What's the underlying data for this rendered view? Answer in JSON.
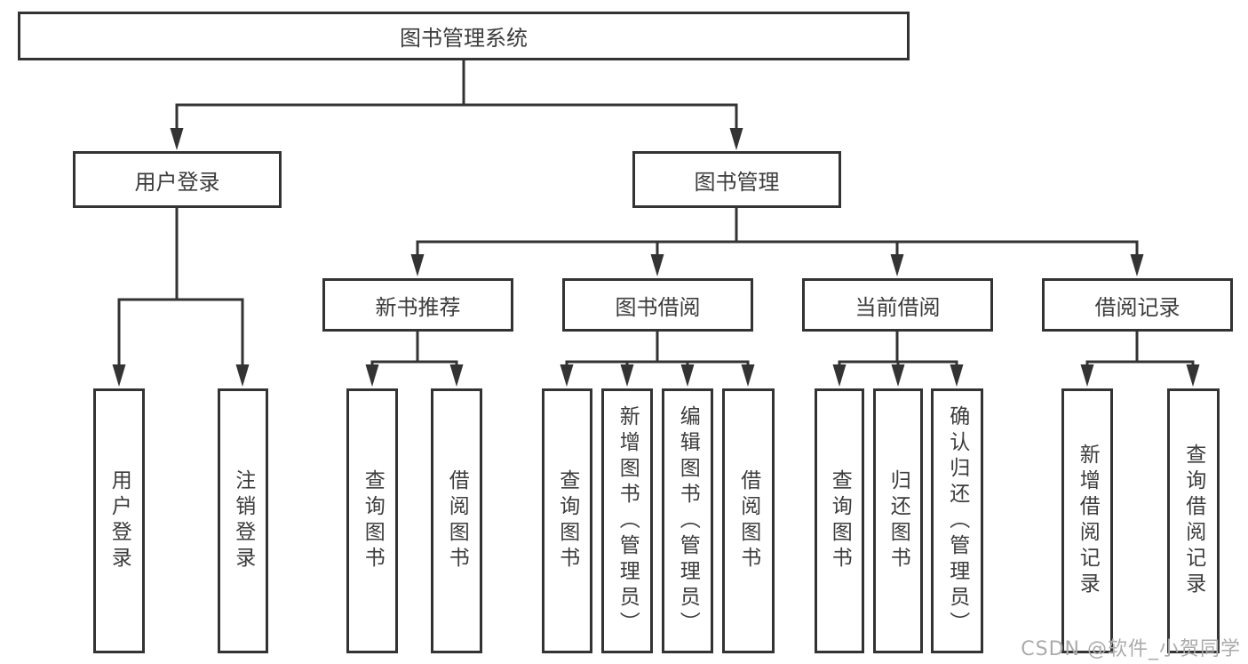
{
  "nodes": {
    "root": "图书管理系统",
    "user_login": {
      "label": "用户登录",
      "children": [
        "用户登录",
        "注销登录"
      ]
    },
    "book_mgmt": {
      "label": "图书管理",
      "sections": [
        {
          "label": "新书推荐",
          "children": [
            "查询图书",
            "借阅图书"
          ]
        },
        {
          "label": "图书借阅",
          "children": [
            "查询图书",
            "新增图书（管理员）",
            "编辑图书（管理员）",
            "借阅图书"
          ]
        },
        {
          "label": "当前借阅",
          "children": [
            "查询图书",
            "归还图书",
            "确认归还（管理员）"
          ]
        },
        {
          "label": "借阅记录",
          "children": [
            "新增借阅记录",
            "查询借阅记录"
          ]
        }
      ]
    }
  },
  "colors": {
    "line": "#333333",
    "text": "#3c3c3c",
    "watermark": "#ababab"
  },
  "watermark": "CSDN @软件_小贺同学"
}
